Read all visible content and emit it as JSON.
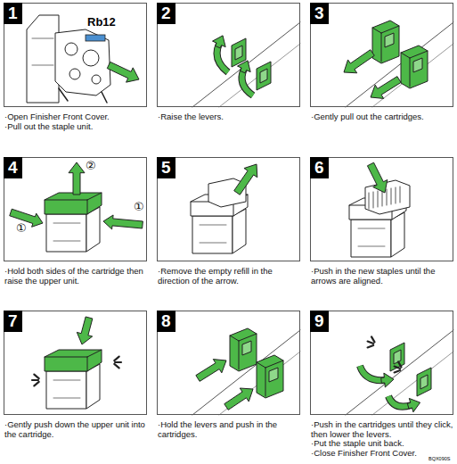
{
  "diagram": {
    "nodes": [
      {
        "text": [
          "1",
          "·Open Finisher Front Cover.",
          "·Pull out the staple unit."
        ]
      },
      {
        "text": [
          "2",
          "·Raise the levers."
        ]
      },
      {
        "text": [
          "3",
          "·Gently pull out the cartridges."
        ]
      },
      {
        "text": [
          "4",
          "·Hold both sides of the cartridge then raise the upper unit."
        ]
      },
      {
        "text": [
          "5",
          "·Remove the empty refill in the direction of the arrow."
        ]
      },
      {
        "text": [
          "6",
          "·Push in the new staples until the arrows are aligned."
        ]
      },
      {
        "text": [
          "7",
          "·Gently push down the upper unit into the cartridge."
        ]
      },
      {
        "text": [
          "8",
          "·Hold the levers and push in the cartridges."
        ]
      },
      {
        "text": [
          "9",
          "·Push in the cartridges until they click, then lower the levers.",
          "·Put the staple unit back.",
          "·Close Finisher Front Cover."
        ]
      }
    ],
    "labels": [
      "Rb12",
      "②",
      "①",
      "①",
      "BQX090S"
    ]
  }
}
